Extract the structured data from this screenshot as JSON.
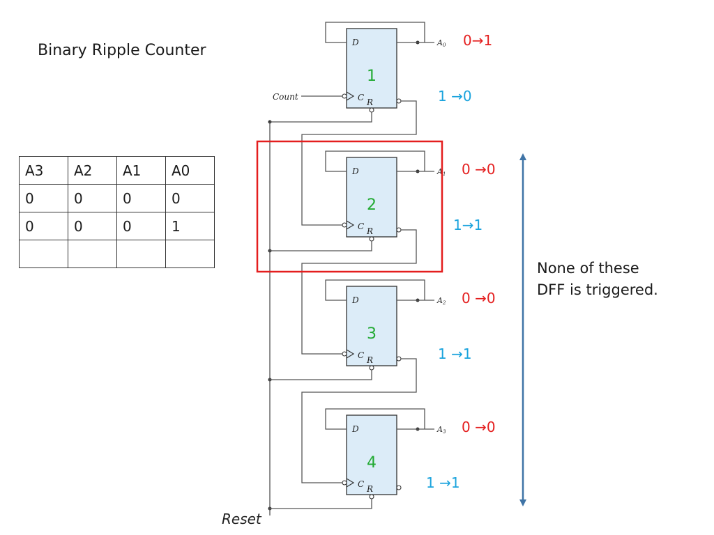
{
  "title": "Binary Ripple Counter",
  "table": {
    "headers": [
      "A3",
      "A2",
      "A1",
      "A0"
    ],
    "rows": [
      [
        "0",
        "0",
        "0",
        "0"
      ],
      [
        "0",
        "0",
        "0",
        "1"
      ],
      [
        "",
        "",
        "",
        ""
      ]
    ]
  },
  "circuit": {
    "count_label": "Count",
    "reset_label": "Reset",
    "ff_pin_d": "D",
    "ff_pin_c": "C",
    "ff_pin_r": "R",
    "flipflops": [
      {
        "number": "1",
        "output_label": "A0",
        "q_transition": "0→1",
        "qbar_transition": "1 →0"
      },
      {
        "number": "2",
        "output_label": "A1",
        "q_transition": "0 →0",
        "qbar_transition": "1→1"
      },
      {
        "number": "3",
        "output_label": "A2",
        "q_transition": "0 →0",
        "qbar_transition": "1 →1"
      },
      {
        "number": "4",
        "output_label": "A3",
        "q_transition": "0 →0",
        "qbar_transition": "1 →1"
      }
    ]
  },
  "note": {
    "line1": "None of these",
    "line2": "DFF is triggered."
  },
  "colors": {
    "ff_fill": "#dcecf8",
    "highlight": "#e41e1e",
    "arrow": "#3f74a6",
    "number": "#22aa33",
    "q_transition": "#e41e1e",
    "qbar_transition": "#1aa3dd"
  }
}
